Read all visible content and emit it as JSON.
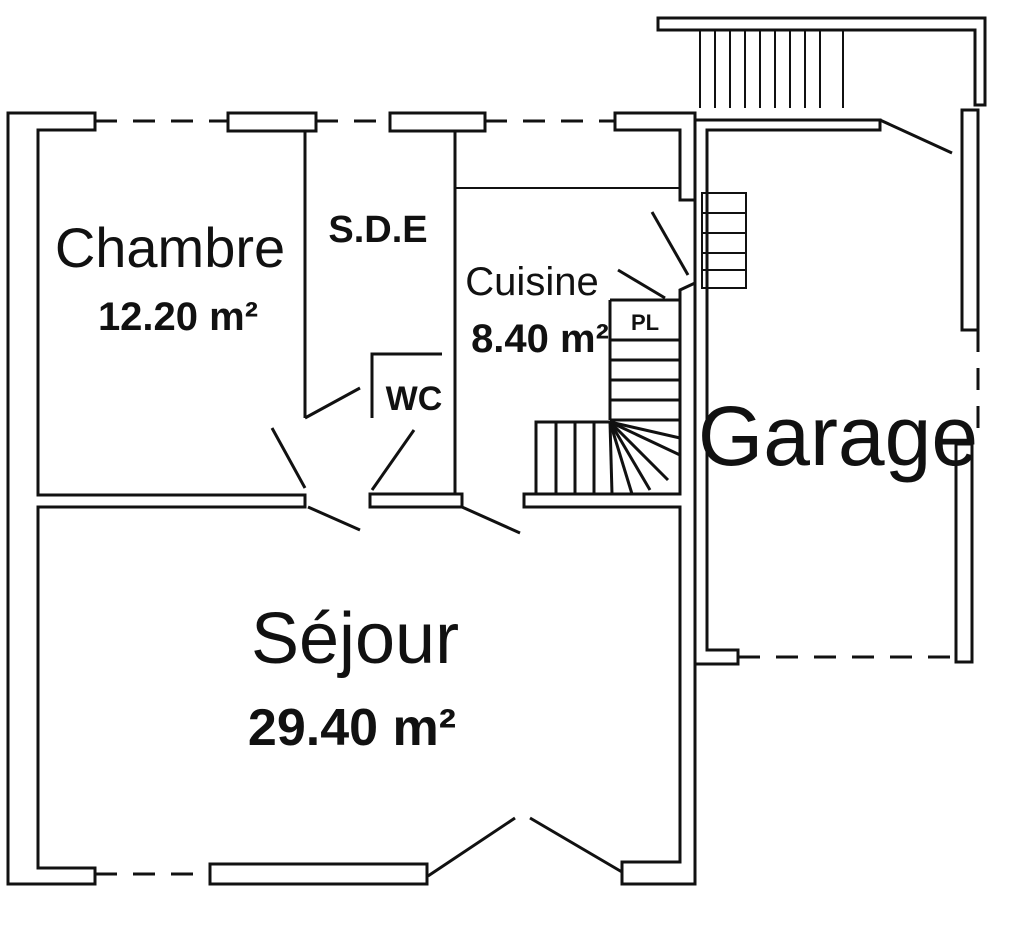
{
  "rooms": {
    "chambre": {
      "name": "Chambre",
      "area": "12.20 m²"
    },
    "sde": {
      "name": "S.D.E"
    },
    "wc": {
      "name": "WC"
    },
    "cuisine": {
      "name": "Cuisine",
      "area": "8.40 m²"
    },
    "pl": {
      "name": "PL"
    },
    "garage": {
      "name": "Garage"
    },
    "sejour": {
      "name": "Séjour",
      "area": "29.40 m²"
    }
  },
  "colors": {
    "ink": "#111111",
    "paper": "#ffffff"
  }
}
